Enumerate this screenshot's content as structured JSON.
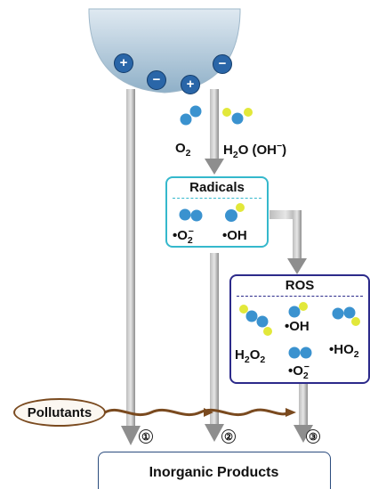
{
  "colors": {
    "electrode": "#a9c4d6",
    "charge": "#2a66a8",
    "oxygen_atom": "#3a92cf",
    "hydrogen_atom": "#e2e83a",
    "arrow_grey": "#9a9a9a",
    "pollutant_brown": "#7a4a1f",
    "radical_border": "#35b8cc",
    "ros_border": "#2c2a8a",
    "product_border": "#2b4c7e"
  },
  "electrode": {
    "charges": [
      "+",
      "−",
      "+",
      "−"
    ]
  },
  "reactants": {
    "o2": "O",
    "o2_sub": "2",
    "h2o_prefix": "H",
    "h2o_sub": "2",
    "h2o_mid": "O (OH",
    "h2o_sup": "−",
    "h2o_end": ")"
  },
  "radicals": {
    "title": "Radicals",
    "superoxide": "•O",
    "superoxide_sub": "2",
    "superoxide_sup": "−",
    "hydroxyl": "•OH"
  },
  "ros": {
    "title": "ROS",
    "hydroxyl": "•OH",
    "h2o2_a": "H",
    "h2o2_b": "2",
    "h2o2_c": "O",
    "h2o2_d": "2",
    "superoxide": "•O",
    "superoxide_sub": "2",
    "superoxide_sup": "−",
    "ho2": "•HO",
    "ho2_sub": "2"
  },
  "pollutants": {
    "label": "Pollutants"
  },
  "pathways": [
    "①",
    "②",
    "③"
  ],
  "product": {
    "label": "Inorganic Products"
  }
}
